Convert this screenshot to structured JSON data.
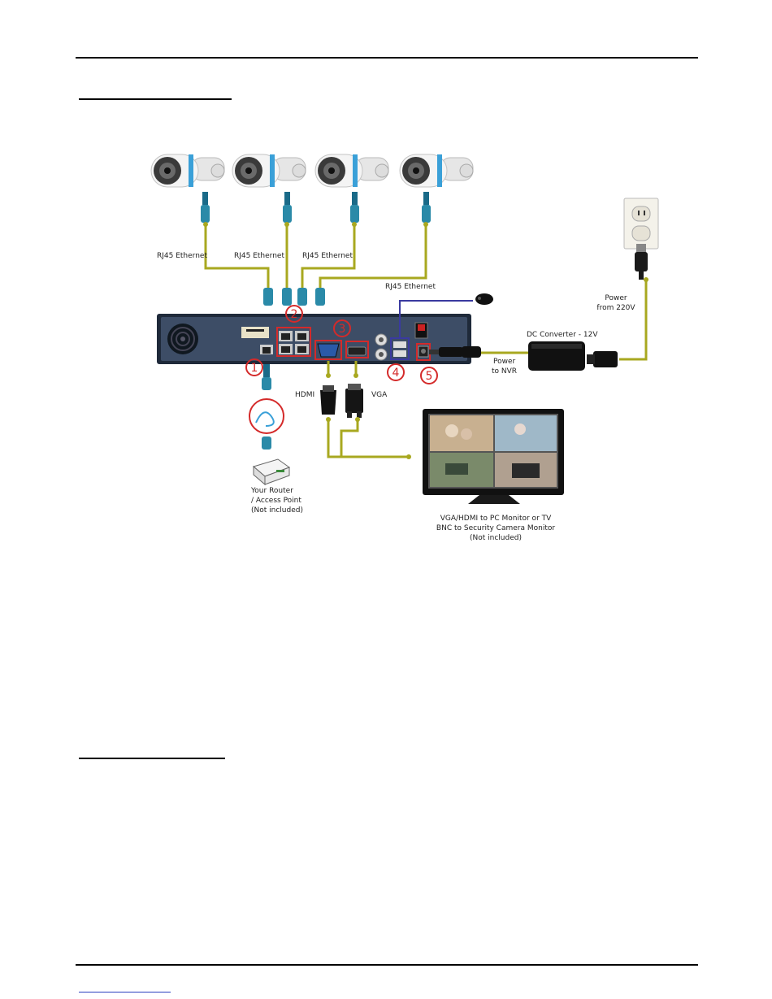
{
  "colors": {
    "cable": "#a8a820",
    "usb_line": "#3a3aa0",
    "callout": "#d42a2a",
    "nvr_body": "#1f2a3a",
    "nvr_panel": "#3d4d66",
    "camera_body": "#f2f2f2",
    "camera_band": "#3aa0d8",
    "rj45": "#2a8aa8"
  },
  "labels": {
    "rj45_1": "RJ45 Ethernet",
    "rj45_2": "RJ45 Ethernet",
    "rj45_3": "RJ45 Ethernet",
    "rj45_4": "RJ45 Ethernet",
    "hdmi": "HDMI",
    "vga": "VGA",
    "router_line1": "Your Router",
    "router_line2": "/ Access Point",
    "router_line3": "(Not included)",
    "monitor_line1": "VGA/HDMI to PC Monitor or TV",
    "monitor_line2": "BNC to Security Camera Monitor",
    "monitor_line3": "(Not included)",
    "power_nvr_1": "Power",
    "power_nvr_2": "to NVR",
    "dc_converter": "DC Converter - 12V",
    "power_220_1": "Power",
    "power_220_2": "from 220V"
  },
  "callouts": [
    "1",
    "2",
    "3",
    "4",
    "5"
  ],
  "icons": [
    "camera-icon",
    "rj45-connector-icon",
    "wall-outlet-icon",
    "power-plug-icon",
    "mouse-icon",
    "router-icon",
    "monitor-icon",
    "hdmi-connector-icon",
    "vga-connector-icon",
    "dc-adapter-icon",
    "fan-icon"
  ]
}
